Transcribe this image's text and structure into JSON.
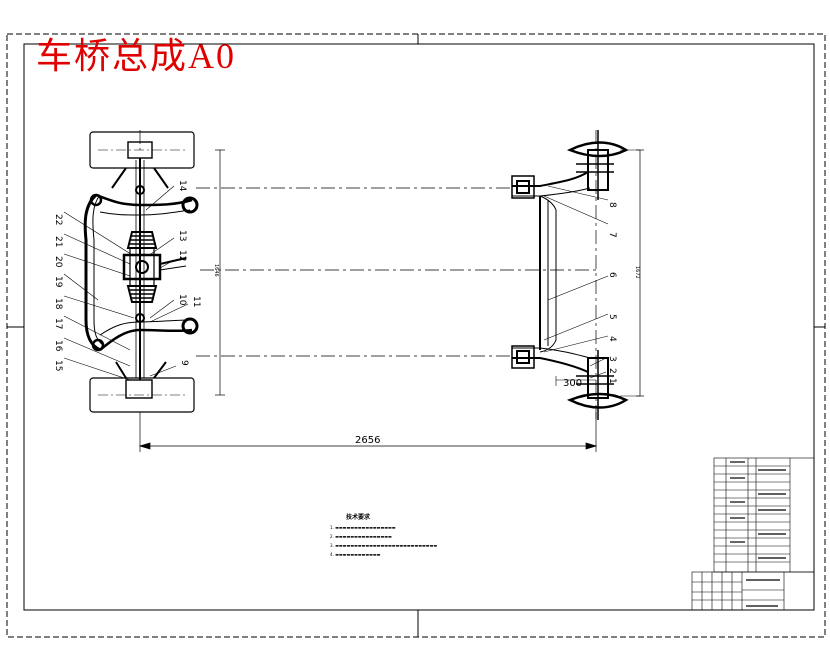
{
  "drawing": {
    "title": "车桥总成A0",
    "dimensions": {
      "wheelbase": "2656",
      "offset": "300",
      "track_left": "1646",
      "track_right": "1672"
    },
    "left_view_callouts": [
      "22",
      "21",
      "20",
      "19",
      "18",
      "17",
      "16",
      "15",
      "14",
      "13",
      "12",
      "10",
      "11",
      "9"
    ],
    "right_view_callouts": [
      "8",
      "7",
      "6",
      "5",
      "4",
      "3",
      "2",
      "1"
    ],
    "tech_notes": {
      "heading": "技术要求",
      "lines": [
        "1.",
        "2.",
        "3.",
        "4."
      ]
    }
  },
  "colors": {
    "title": "#e00000",
    "line": "#000000",
    "background": "#ffffff"
  }
}
